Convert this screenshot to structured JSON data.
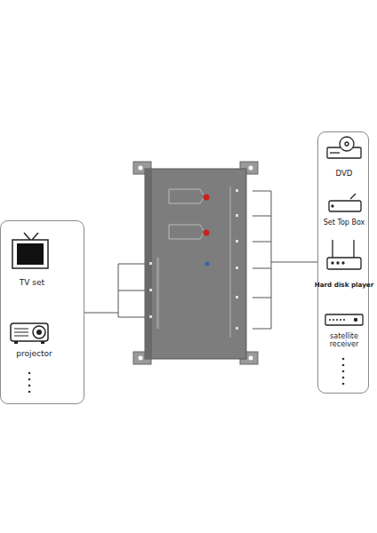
{
  "diagram": {
    "nodes": [
      {
        "text": [
          "TV set",
          "projector"
        ]
      },
      {
        "text": [
          "DVD",
          "Set Top Box",
          "Hard disk player",
          "satellite receiver"
        ]
      }
    ]
  }
}
